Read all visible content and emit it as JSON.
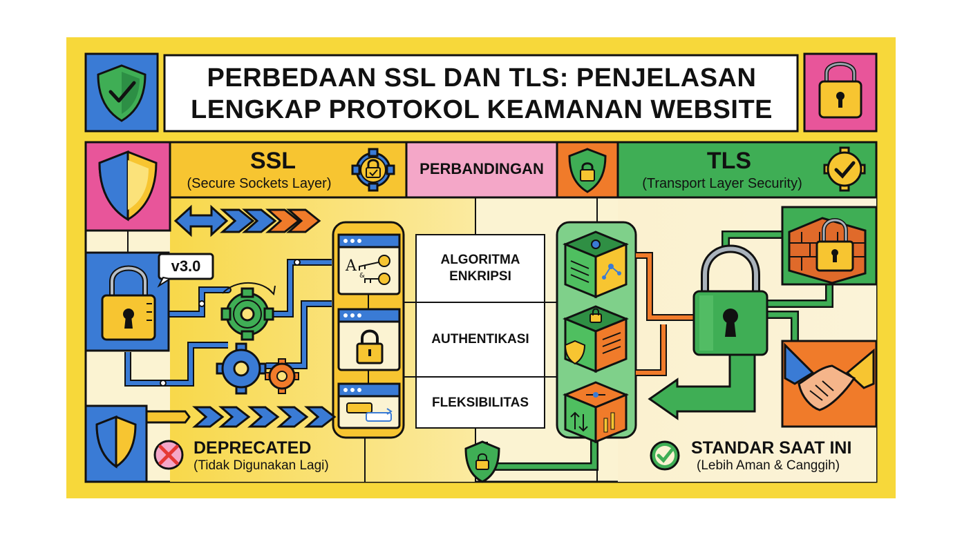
{
  "title": {
    "line1": "PERBEDAAN SSL DAN TLS: PENJELASAN",
    "line2": "LENGKAP PROTOKOL KEAMANAN WEBSITE"
  },
  "ssl": {
    "name": "SSL",
    "full_name": "(Secure Sockets Layer)",
    "version_badge": "v3.0",
    "status": "DEPRECATED",
    "status_note": "(Tidak Digunakan Lagi)"
  },
  "comparison": {
    "header": "PERBANDINGAN",
    "rows": [
      "ALGORITMA\nENKRIPSI",
      "AUTHENTIKASI",
      "FLEKSIBILITAS"
    ]
  },
  "tls": {
    "name": "TLS",
    "full_name": "(Transport Layer Security)",
    "status": "STANDAR SAAT INI",
    "status_note": "(Lebih Aman & Canggih)"
  },
  "icons": [
    "shield-check-icon",
    "padlock-icon",
    "shield-icon",
    "gear-lock-icon",
    "gear-check-icon",
    "arrow-icon",
    "gear-icon",
    "browser-window-icon",
    "key-icon",
    "chat-icon",
    "cube-icon",
    "brick-wall-icon",
    "handshake-icon",
    "cross-icon",
    "check-icon"
  ],
  "colors": {
    "frame_yellow": "#f7d83a",
    "ssl_blue": "#3a7bd5",
    "tls_green": "#3fae55",
    "orange": "#f07b2a",
    "pink": "#f4a7c8",
    "magenta": "#e8559a",
    "cream": "#fbf3d2"
  }
}
